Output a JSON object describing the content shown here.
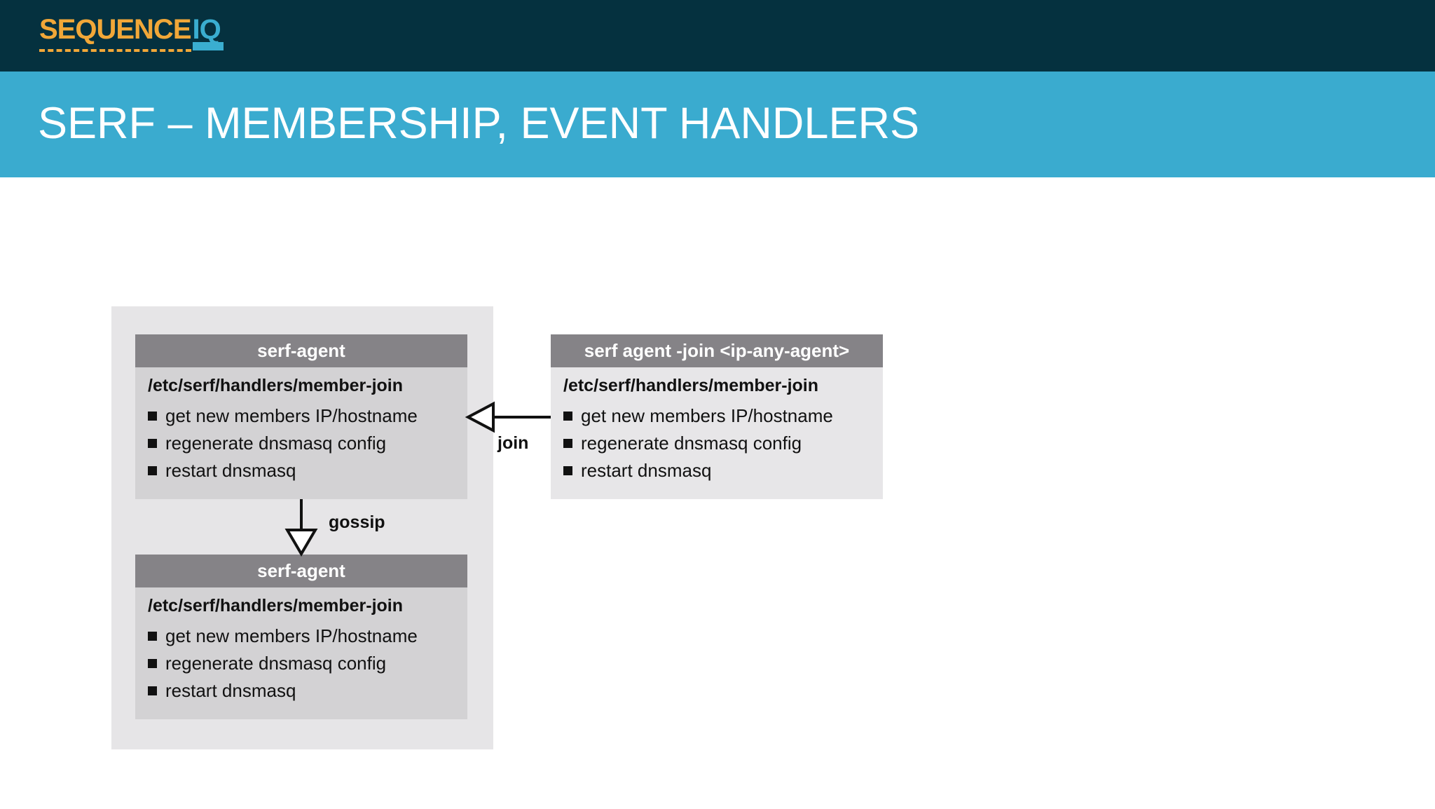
{
  "header": {
    "logo_main": "SEQUENCE",
    "logo_accent": "IQ",
    "brand_colors": {
      "dark": "#05313f",
      "orange": "#f1a738",
      "blue": "#3aabcf"
    }
  },
  "slide": {
    "title": "SERF – MEMBERSHIP, EVENT HANDLERS"
  },
  "diagram": {
    "nodes": [
      {
        "title": "serf-agent",
        "handler_path": "/etc/serf/handlers/member-join",
        "steps": [
          "get new members IP/hostname",
          "regenerate dnsmasq config",
          "restart dnsmasq"
        ]
      },
      {
        "title": "serf-agent",
        "handler_path": "/etc/serf/handlers/member-join",
        "steps": [
          "get new members IP/hostname",
          "regenerate dnsmasq config",
          "restart dnsmasq"
        ]
      },
      {
        "title": "serf agent -join <ip-any-agent>",
        "handler_path": "/etc/serf/handlers/member-join",
        "steps": [
          "get new members IP/hostname",
          "regenerate dnsmasq config",
          "restart dnsmasq"
        ]
      }
    ],
    "edges": [
      {
        "from": "serf agent -join <ip-any-agent>",
        "to": "serf-agent",
        "label": "join"
      },
      {
        "from": "serf-agent",
        "to": "serf-agent",
        "label": "gossip"
      }
    ]
  }
}
